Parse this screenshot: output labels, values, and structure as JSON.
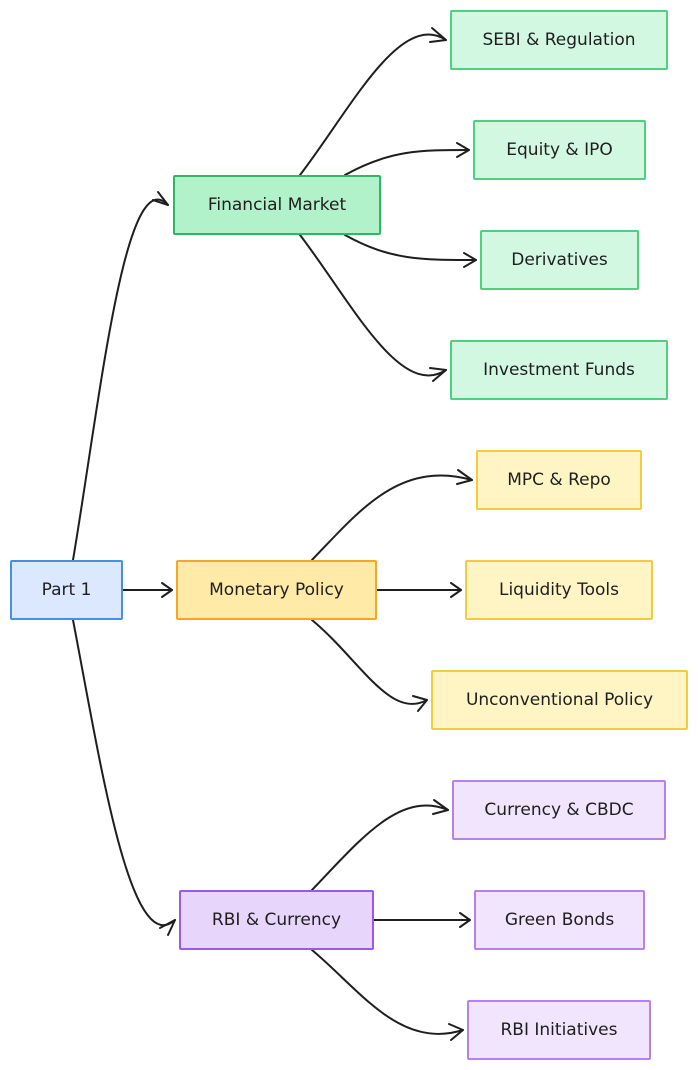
{
  "diagram": {
    "root": {
      "label": "Part 1",
      "fill": "#dbe8fd",
      "stroke": "#4a8ee0"
    },
    "branches": [
      {
        "label": "Financial Market",
        "fill": "#b2f2cb",
        "stroke": "#2fb864",
        "children": [
          "SEBI & Regulation",
          "Equity & IPO",
          "Derivatives",
          "Investment Funds"
        ]
      },
      {
        "label": "Monetary Policy",
        "fill": "#ffeaa8",
        "stroke": "#f5a623",
        "children": [
          "MPC & Repo",
          "Liquidity Tools",
          "Unconventional Policy"
        ]
      },
      {
        "label": "RBI & Currency",
        "fill": "#e8d5fb",
        "stroke": "#9b59e8",
        "children": [
          "Currency & CBDC",
          "Green Bonds",
          "RBI Initiatives"
        ]
      }
    ]
  }
}
